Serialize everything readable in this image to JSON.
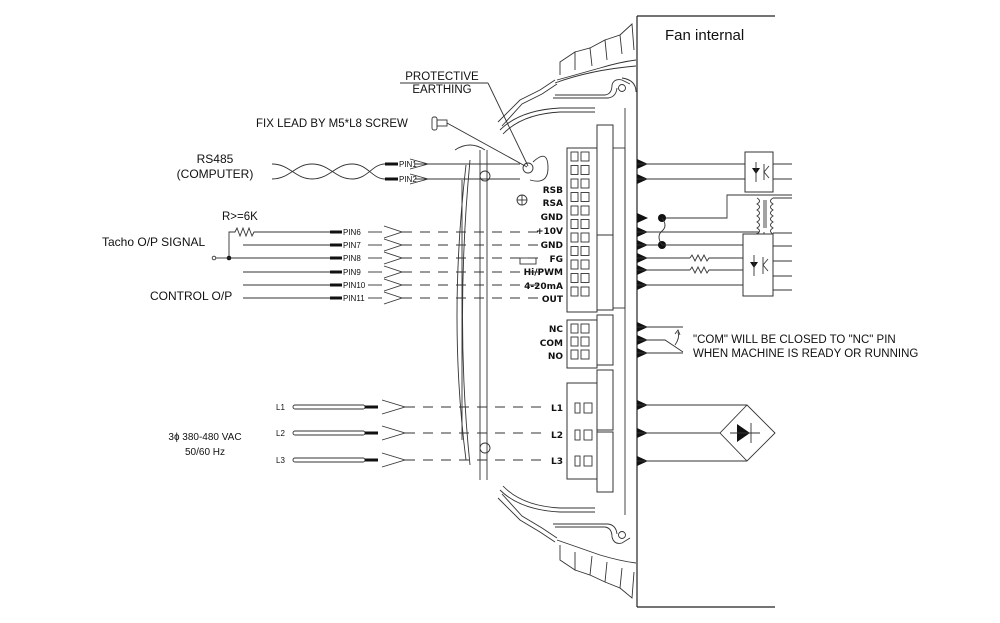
{
  "diagram": {
    "title": "Fan internal",
    "annotations": {
      "protective_earthing_line1": "PROTECTIVE",
      "protective_earthing_line2": "EARTHING",
      "fix_lead": "FIX LEAD BY M5*L8 SCREW",
      "relay_note_line1": "\"COM\" WILL BE CLOSED TO \"NC\" PIN",
      "relay_note_line2": "WHEN MACHINE IS READY OR RUNNING"
    },
    "groups": {
      "rs485_line1": "RS485",
      "rs485_line2": "(COMPUTER)",
      "resistor": "R>=6K",
      "tacho": "Tacho O/P SIGNAL",
      "control": "CONTROL O/P",
      "power_line1": "3ɸ  380-480 VAC",
      "power_line2": "50/60 Hz"
    },
    "pins": [
      "PIN1",
      "PIN2",
      "PIN6",
      "PIN7",
      "PIN8",
      "PIN9",
      "PIN10",
      "PIN11"
    ],
    "phase_leads": [
      "L1",
      "L2",
      "L3"
    ],
    "signal_terminals": [
      "RSB",
      "RSA",
      "GND",
      "+10V",
      "GND",
      "FG",
      "Hi/PWM",
      "4-20mA",
      "OUT"
    ],
    "relay_terminals": [
      "NC",
      "COM",
      "NO"
    ],
    "power_terminals": [
      "L1",
      "L2",
      "L3"
    ]
  }
}
